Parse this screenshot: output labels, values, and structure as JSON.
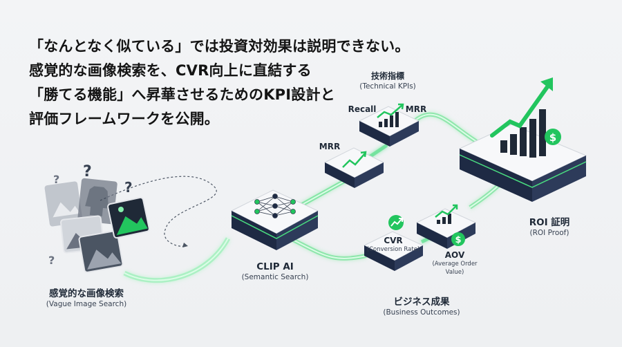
{
  "headline": {
    "lines": [
      "「なんとなく似ている」では投資対効果は説明できない。",
      "感覚的な画像検索を、CVR向上に直結する",
      "「勝てる機能」へ昇華させるためのKPI設計と",
      "評価フレームワークを公開。"
    ]
  },
  "nodes": {
    "input": {
      "label": "感覚的な画像検索",
      "sublabel": "(Vague Image Search)"
    },
    "clip": {
      "label": "CLIP AI",
      "sublabel": "(Semantic Search)"
    },
    "technical": {
      "label": "技術指標",
      "sublabel": "(Technical KPIs)",
      "metric_recall": "Recall",
      "metric_mrr_top": "MRR",
      "metric_mrr_left": "MRR"
    },
    "business": {
      "label": "ビジネス成果",
      "sublabel": "(Business Outcomes)"
    },
    "cvr": {
      "label": "CVR",
      "sublabel": "(Conversion Rate)"
    },
    "aov": {
      "label": "AOV",
      "sublabel_line1": "(Average Order",
      "sublabel_line2": "Value)"
    },
    "roi": {
      "label": "ROI 証明",
      "sublabel": "(ROI Proof)"
    }
  },
  "icons": {
    "question_mark": "?",
    "dollar": "$"
  },
  "colors": {
    "accent_green": "#22c55e",
    "dark_navy": "#1e2a44",
    "tile_top": "#f7f8fa"
  }
}
